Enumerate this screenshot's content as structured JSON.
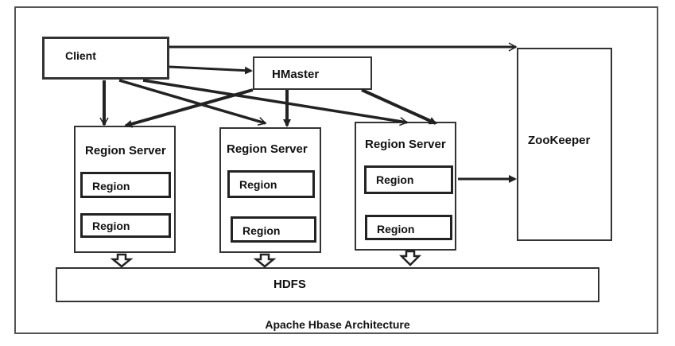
{
  "client": {
    "label": "Client"
  },
  "hmaster": {
    "label": "HMaster"
  },
  "zookeeper": {
    "label": "ZooKeeper"
  },
  "region_servers": [
    {
      "title": "Region Server",
      "regions": [
        "Region",
        "Region"
      ]
    },
    {
      "title": "Region Server",
      "regions": [
        "Region",
        "Region"
      ]
    },
    {
      "title": "Region Server",
      "regions": [
        "Region",
        "Region"
      ]
    }
  ],
  "hdfs": {
    "label": "HDFS"
  },
  "caption": "Apache Hbase Architecture"
}
